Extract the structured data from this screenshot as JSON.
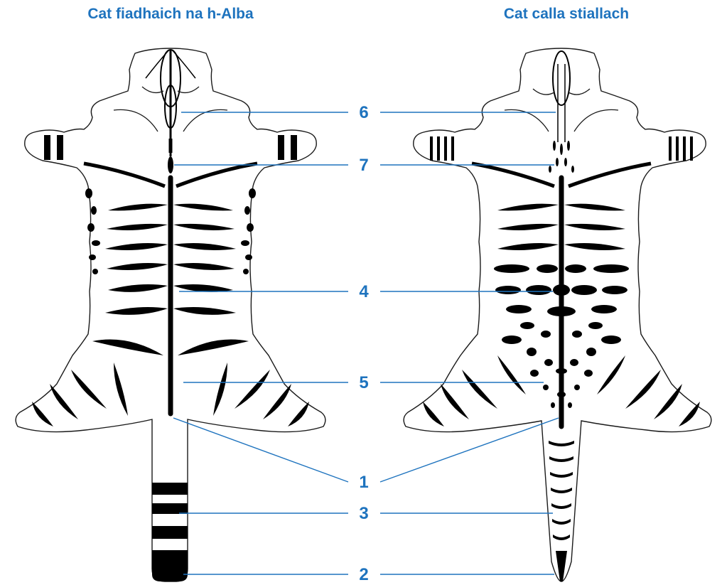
{
  "colors": {
    "accent": "#1e73be",
    "ink": "#000000",
    "outline": "#1a1a1a",
    "background": "#ffffff"
  },
  "titles": {
    "left": "Cat fiadhaich na h-Alba",
    "right": "Cat calla stiallach"
  },
  "labels": {
    "l6": "6",
    "l7": "7",
    "l4": "4",
    "l5": "5",
    "l1": "1",
    "l3": "3",
    "l2": "2"
  }
}
